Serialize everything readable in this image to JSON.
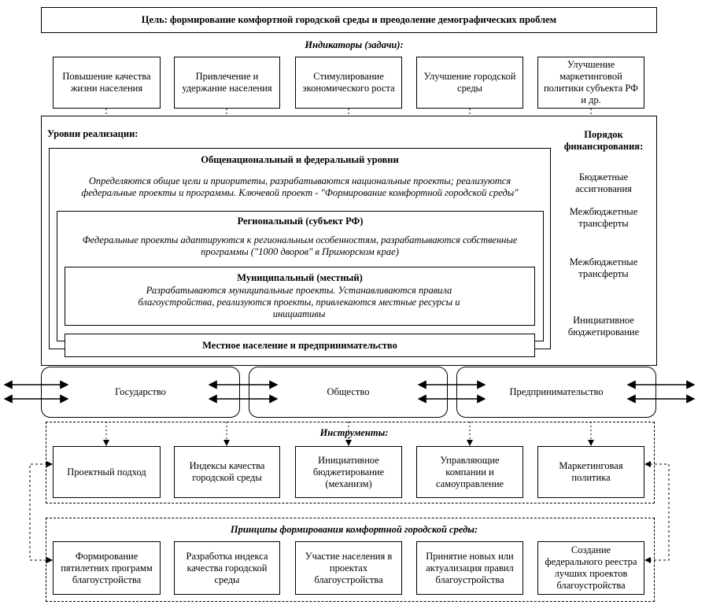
{
  "goal": "Цель: формирование комфортной городской среды и преодоление демографических проблем",
  "indicators_title": "Индикаторы (задачи):",
  "indicators": [
    "Повышение качества жизни населения",
    "Привлечение и удержание населения",
    "Стимулирование экономического роста",
    "Улучшение городской среды",
    "Улучшение маркетинговой политики субъекта РФ и др."
  ],
  "levels_title": "Уровни реализации:",
  "funding_title": "Порядок финансирования:",
  "funding": [
    "Бюджетные ассигнования",
    "Межбюджетные трансферты",
    "Межбюджетные трансферты",
    "Инициативное бюджетирование"
  ],
  "federal": {
    "title": "Общенациональный и федеральный уровни",
    "text": "Определяются общие цели и приоритеты, разрабатываются национальные проекты; реализуются федеральные проекты и программы. Ключевой проект - \"Формирование комфортной городской среды\""
  },
  "regional": {
    "title": "Региональный (субъект РФ)",
    "text": "Федеральные проекты адаптируются к региональным особенностям, разрабатываются собственные программы (\"1000 дворов\" в Приморском крае)"
  },
  "municipal": {
    "title": "Муниципальный (местный)",
    "text": "Разрабатываются муниципальные проекты. Устанавливаются правила благоустройства, реализуются проекты, привлекаются местные ресурсы и инициативы"
  },
  "local": "Местное население и предпринимательство",
  "actors": [
    "Государство",
    "Общество",
    "Предпринимательство"
  ],
  "tools_title": "Инструменты:",
  "tools": [
    "Проектный подход",
    "Индексы качества городской среды",
    "Инициативное бюджетирование (механизм)",
    "Управляющие компании и самоуправление",
    "Маркетинговая политика"
  ],
  "principles_title": "Принципы формирования комфортной городской среды:",
  "principles": [
    "Формирование пятилетних программ благоустройства",
    "Разработка индекса качества городской среды",
    "Участие населения в проектах благоустройства",
    "Принятие новых или актуализация правил благоустройства",
    "Создание федерального реестра лучших проектов благоустройства"
  ]
}
